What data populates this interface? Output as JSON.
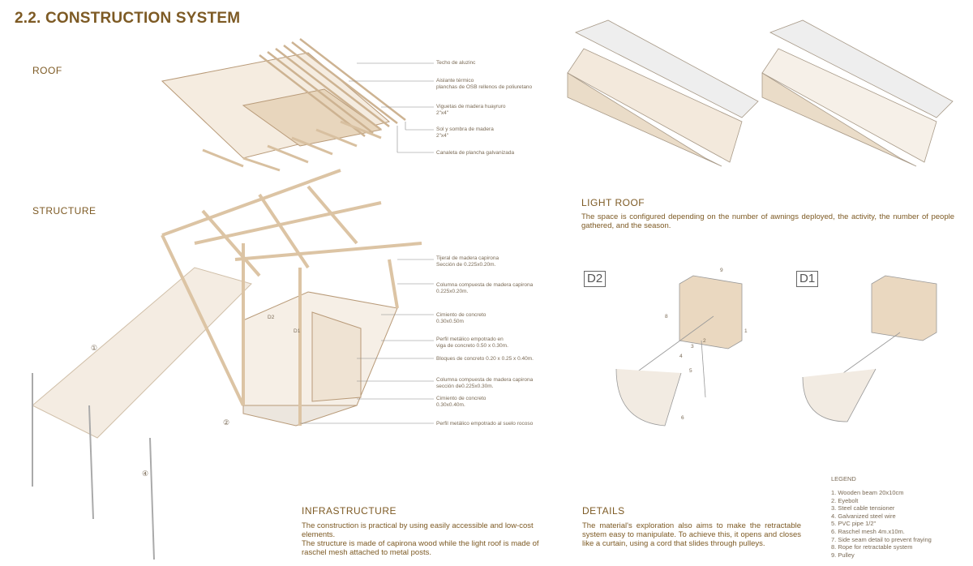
{
  "title": "2.2. CONSTRUCTION SYSTEM",
  "roof": {
    "heading": "ROOF",
    "labels": [
      "Techo de aluzinc",
      "Aislante térmico\nplanchas de OSB rellenos de poliuretano",
      "Viguetas de madera huayruro\n2\"x4\"",
      "Sol y sombra de madera\n2\"x4\"",
      "Canaleta de plancha galvanizada"
    ]
  },
  "structure": {
    "heading": "STRUCTURE",
    "labels": [
      "Tijeral de madera capirona\nSección de 0.225x0.20m.",
      "Columna compuesta de madera capirona\n0.225x0.20m.",
      "Cimiento de concreto\n0.30x0.50m",
      "Perfil metálico empotrado en\nviga de concreto 0.50 x 0.30m.",
      "Bloques de concreto 0.20 x 0.25 x 0.40m.",
      "Columna compuesta de madera capirona\nsección de0.225x0.30m.",
      "Cimiento de concreto\n0.30x0.40m.",
      "Perfil metálico empotrado al suelo rocoso"
    ],
    "markers": [
      "①",
      "②",
      "④",
      "D2",
      "D1"
    ]
  },
  "light_roof": {
    "heading": "LIGHT ROOF",
    "text": "The space is configured depending on the number of awnings deployed, the activity, the number of people gathered, and the season."
  },
  "details_diagrams": {
    "d2": {
      "tag": "D2",
      "numbers": [
        "9",
        "8",
        "1",
        "2",
        "3",
        "4",
        "5",
        "6"
      ]
    },
    "d1": {
      "tag": "D1"
    }
  },
  "infrastructure": {
    "heading": "INFRASTRUCTURE",
    "text": "The construction is practical by using easily accessible and low-cost elements.\nThe structure is made of capirona wood while the light roof is made of raschel mesh attached to metal posts."
  },
  "details": {
    "heading": "DETAILS",
    "text": "The material's exploration also aims to make the retractable system easy to manipulate. To achieve this, it opens and closes like a curtain, using a cord that slides through pulleys."
  },
  "legend": {
    "heading": "LEGEND",
    "items": [
      "1. Wooden beam 20x10cm",
      "2. Eyebolt",
      "3. Steel cable tensioner",
      "4. Galvanized steel wire",
      "5. PVC pipe 1/2\"",
      "6. Raschel mesh 4m.x10m.",
      "7. Side seam detail to prevent fraying",
      "8. Rope for retractable system",
      "9. Pulley"
    ]
  },
  "colors": {
    "accent": "#7d5a24",
    "wood": "#e3cfb4",
    "wood_line": "#b89a78"
  }
}
